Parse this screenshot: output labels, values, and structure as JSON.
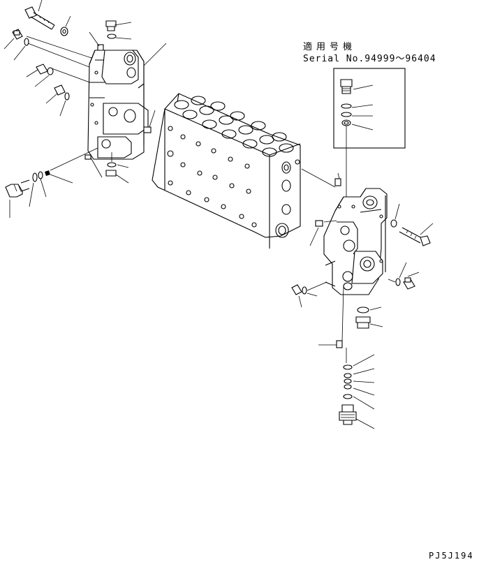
{
  "header": {
    "applicable_title": "適用号機",
    "serial_range": "Serial No.94999～96404"
  },
  "footer": {
    "drawing_code": "PJ5J194"
  },
  "icons": {
    "diagram": "exploded-valve-assembly",
    "line_color": "#000000",
    "background": "#ffffff"
  }
}
